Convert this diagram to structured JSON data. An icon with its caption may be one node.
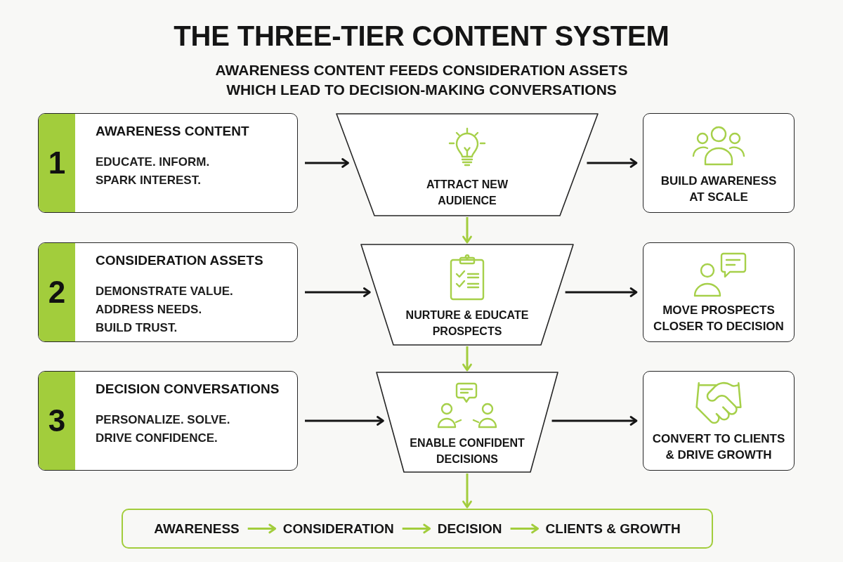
{
  "diagram": {
    "title": "THE THREE-TIER CONTENT SYSTEM",
    "nodes": [
      {
        "text": [
          "1",
          "AWARENESS CONTENT",
          "EDUCATE. INFORM. SPARK INTEREST."
        ]
      },
      {
        "text": [
          "ATTRACT NEW AUDIENCE"
        ]
      },
      {
        "text": [
          "BUILD AWARENESS AT SCALE"
        ]
      },
      {
        "text": [
          "2",
          "CONSIDERATION ASSETS",
          "DEMONSTRATE VALUE. ADDRESS NEEDS. BUILD TRUST."
        ]
      },
      {
        "text": [
          "NURTURE & EDUCATE PROSPECTS"
        ]
      },
      {
        "text": [
          "MOVE PROSPECTS CLOSER TO DECISION"
        ]
      },
      {
        "text": [
          "3",
          "DECISION CONVERSATIONS",
          "PERSONALIZE. SOLVE. DRIVE CONFIDENCE."
        ]
      },
      {
        "text": [
          "ENABLE CONFIDENT DECISIONS"
        ]
      },
      {
        "text": [
          "CONVERT TO CLIENTS & DRIVE GROWTH"
        ]
      },
      {
        "text": [],
        "shape": "box"
      },
      {
        "text": [
          "AWARENESS"
        ],
        "in": 9
      },
      {
        "text": [
          "CONSIDERATION"
        ],
        "in": 9
      },
      {
        "text": [
          "DECISION"
        ],
        "in": 9
      },
      {
        "text": [
          "CLIENTS & GROWTH"
        ],
        "in": 9
      }
    ],
    "edges": [
      {
        "from": 0,
        "to": 1,
        "arrow": "to"
      },
      {
        "from": 1,
        "to": 2,
        "arrow": "to"
      },
      {
        "from": 1,
        "to": 4,
        "arrow": "to",
        "color": "#a2cd3c"
      },
      {
        "from": 3,
        "to": 4,
        "arrow": "to"
      },
      {
        "from": 4,
        "to": 5,
        "arrow": "to"
      },
      {
        "from": 4,
        "to": 7,
        "arrow": "to",
        "color": "#a2cd3c"
      },
      {
        "from": 6,
        "to": 7,
        "arrow": "to"
      },
      {
        "from": 7,
        "to": 8,
        "arrow": "to"
      },
      {
        "from": 7,
        "to": 9,
        "arrow": "to",
        "color": "#a2cd3c"
      },
      {
        "from": 10,
        "to": 11,
        "arrow": "to",
        "color": "#a2cd3c"
      },
      {
        "from": 11,
        "to": 12,
        "arrow": "to",
        "color": "#a2cd3c"
      },
      {
        "from": 12,
        "to": 13,
        "arrow": "to",
        "color": "#a2cd3c"
      }
    ],
    "labels": [
      "AWARENESS CONTENT FEEDS CONSIDERATION ASSETS WHICH LEAD TO DECISION-MAKING CONVERSATIONS"
    ]
  }
}
